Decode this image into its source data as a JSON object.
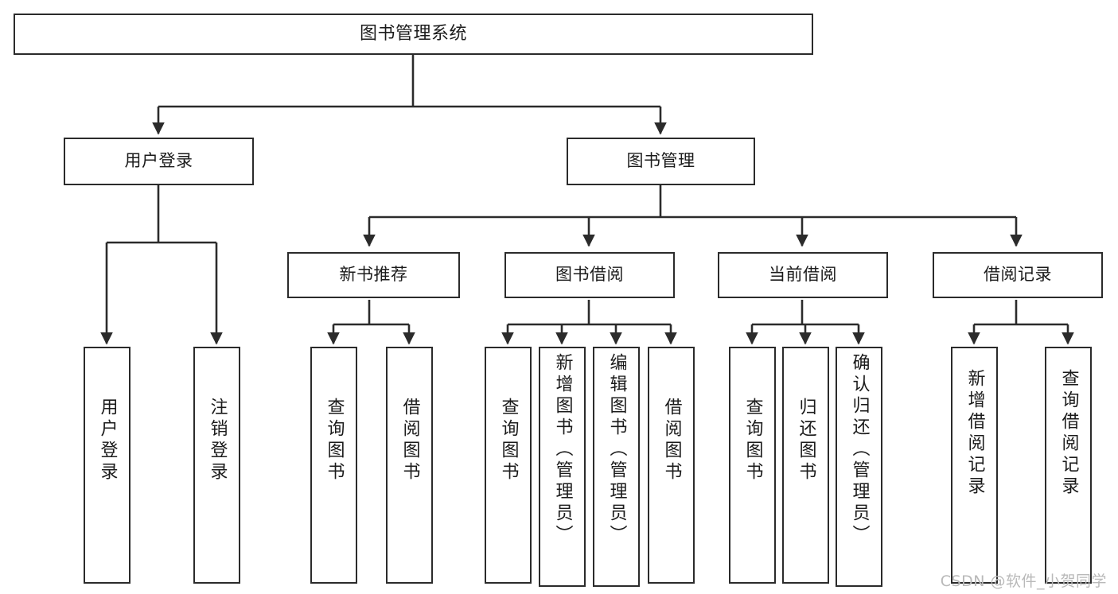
{
  "diagram": {
    "type": "tree-hierarchy",
    "title": "图书管理系统",
    "watermark": "CSDN @软件_小贺同学",
    "colors": {
      "background": "#ffffff",
      "box_border": "#2b2b2b",
      "box_fill": "#ffffff",
      "text": "#1b1b1b",
      "connector": "#2b2b2b",
      "watermark": "#b9b9b9"
    },
    "levels": {
      "root": "图书管理系统",
      "level2": [
        "用户登录",
        "图书管理"
      ],
      "level3": [
        "新书推荐",
        "图书借阅",
        "当前借阅",
        "借阅记录"
      ]
    },
    "nodes": {
      "root": {
        "label": "图书管理系统",
        "orientation": "horizontal"
      },
      "user_login": {
        "label": "用户登录",
        "orientation": "horizontal"
      },
      "book_manage": {
        "label": "图书管理",
        "orientation": "horizontal"
      },
      "new_book_rec": {
        "label": "新书推荐",
        "orientation": "horizontal"
      },
      "book_borrow": {
        "label": "图书借阅",
        "orientation": "horizontal"
      },
      "current_borrow": {
        "label": "当前借阅",
        "orientation": "horizontal"
      },
      "borrow_record": {
        "label": "借阅记录",
        "orientation": "horizontal"
      },
      "leaf_user_login": {
        "label": "用户登录",
        "orientation": "vertical"
      },
      "leaf_logout": {
        "label": "注销登录",
        "orientation": "vertical"
      },
      "leaf_query_book_1": {
        "label": "查询图书",
        "orientation": "vertical"
      },
      "leaf_borrow_book_1": {
        "label": "借阅图书",
        "orientation": "vertical"
      },
      "leaf_query_book_2": {
        "label": "查询图书",
        "orientation": "vertical"
      },
      "leaf_add_book": {
        "label": "新增图书（管理员）",
        "orientation": "vertical"
      },
      "leaf_edit_book": {
        "label": "编辑图书（管理员）",
        "orientation": "vertical"
      },
      "leaf_borrow_book_2": {
        "label": "借阅图书",
        "orientation": "vertical"
      },
      "leaf_query_book_3": {
        "label": "查询图书",
        "orientation": "vertical"
      },
      "leaf_return_book": {
        "label": "归还图书",
        "orientation": "vertical"
      },
      "leaf_confirm_return": {
        "label": "确认归还（管理员）",
        "orientation": "vertical"
      },
      "leaf_add_record": {
        "label": "新增借阅记录",
        "orientation": "vertical"
      },
      "leaf_query_record": {
        "label": "查询借阅记录",
        "orientation": "vertical"
      }
    },
    "edges": [
      {
        "from": "root",
        "to": "user_login"
      },
      {
        "from": "root",
        "to": "book_manage"
      },
      {
        "from": "user_login",
        "to": "leaf_user_login"
      },
      {
        "from": "user_login",
        "to": "leaf_logout"
      },
      {
        "from": "book_manage",
        "to": "new_book_rec"
      },
      {
        "from": "book_manage",
        "to": "book_borrow"
      },
      {
        "from": "book_manage",
        "to": "current_borrow"
      },
      {
        "from": "book_manage",
        "to": "borrow_record"
      },
      {
        "from": "new_book_rec",
        "to": "leaf_query_book_1"
      },
      {
        "from": "new_book_rec",
        "to": "leaf_borrow_book_1"
      },
      {
        "from": "book_borrow",
        "to": "leaf_query_book_2"
      },
      {
        "from": "book_borrow",
        "to": "leaf_add_book"
      },
      {
        "from": "book_borrow",
        "to": "leaf_edit_book"
      },
      {
        "from": "book_borrow",
        "to": "leaf_borrow_book_2"
      },
      {
        "from": "current_borrow",
        "to": "leaf_query_book_3"
      },
      {
        "from": "current_borrow",
        "to": "leaf_return_book"
      },
      {
        "from": "current_borrow",
        "to": "leaf_confirm_return"
      },
      {
        "from": "borrow_record",
        "to": "leaf_add_record"
      },
      {
        "from": "borrow_record",
        "to": "leaf_query_record"
      }
    ]
  }
}
